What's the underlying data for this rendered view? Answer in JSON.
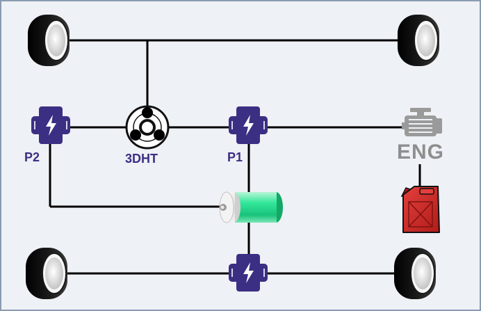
{
  "labels": {
    "p2": "P2",
    "dht": "3DHT",
    "p1": "P1",
    "engine": "ENG"
  },
  "icons": {
    "wheel": "tire-icon",
    "motor": "electric-motor-icon",
    "gearset": "planetary-gearset-icon",
    "battery": "battery-icon",
    "engine": "engine-icon",
    "fuel": "fuel-can-icon"
  },
  "colors": {
    "background": "#eef1f5",
    "frame_border": "#8a9bb0",
    "line": "#000000",
    "motor": "#3b2f84",
    "battery": "#26d28a",
    "engine": "#9a9a9a",
    "fuel": "#d42a27",
    "label_motor": "#3b2f84",
    "label_engine": "#8e8e8e"
  }
}
